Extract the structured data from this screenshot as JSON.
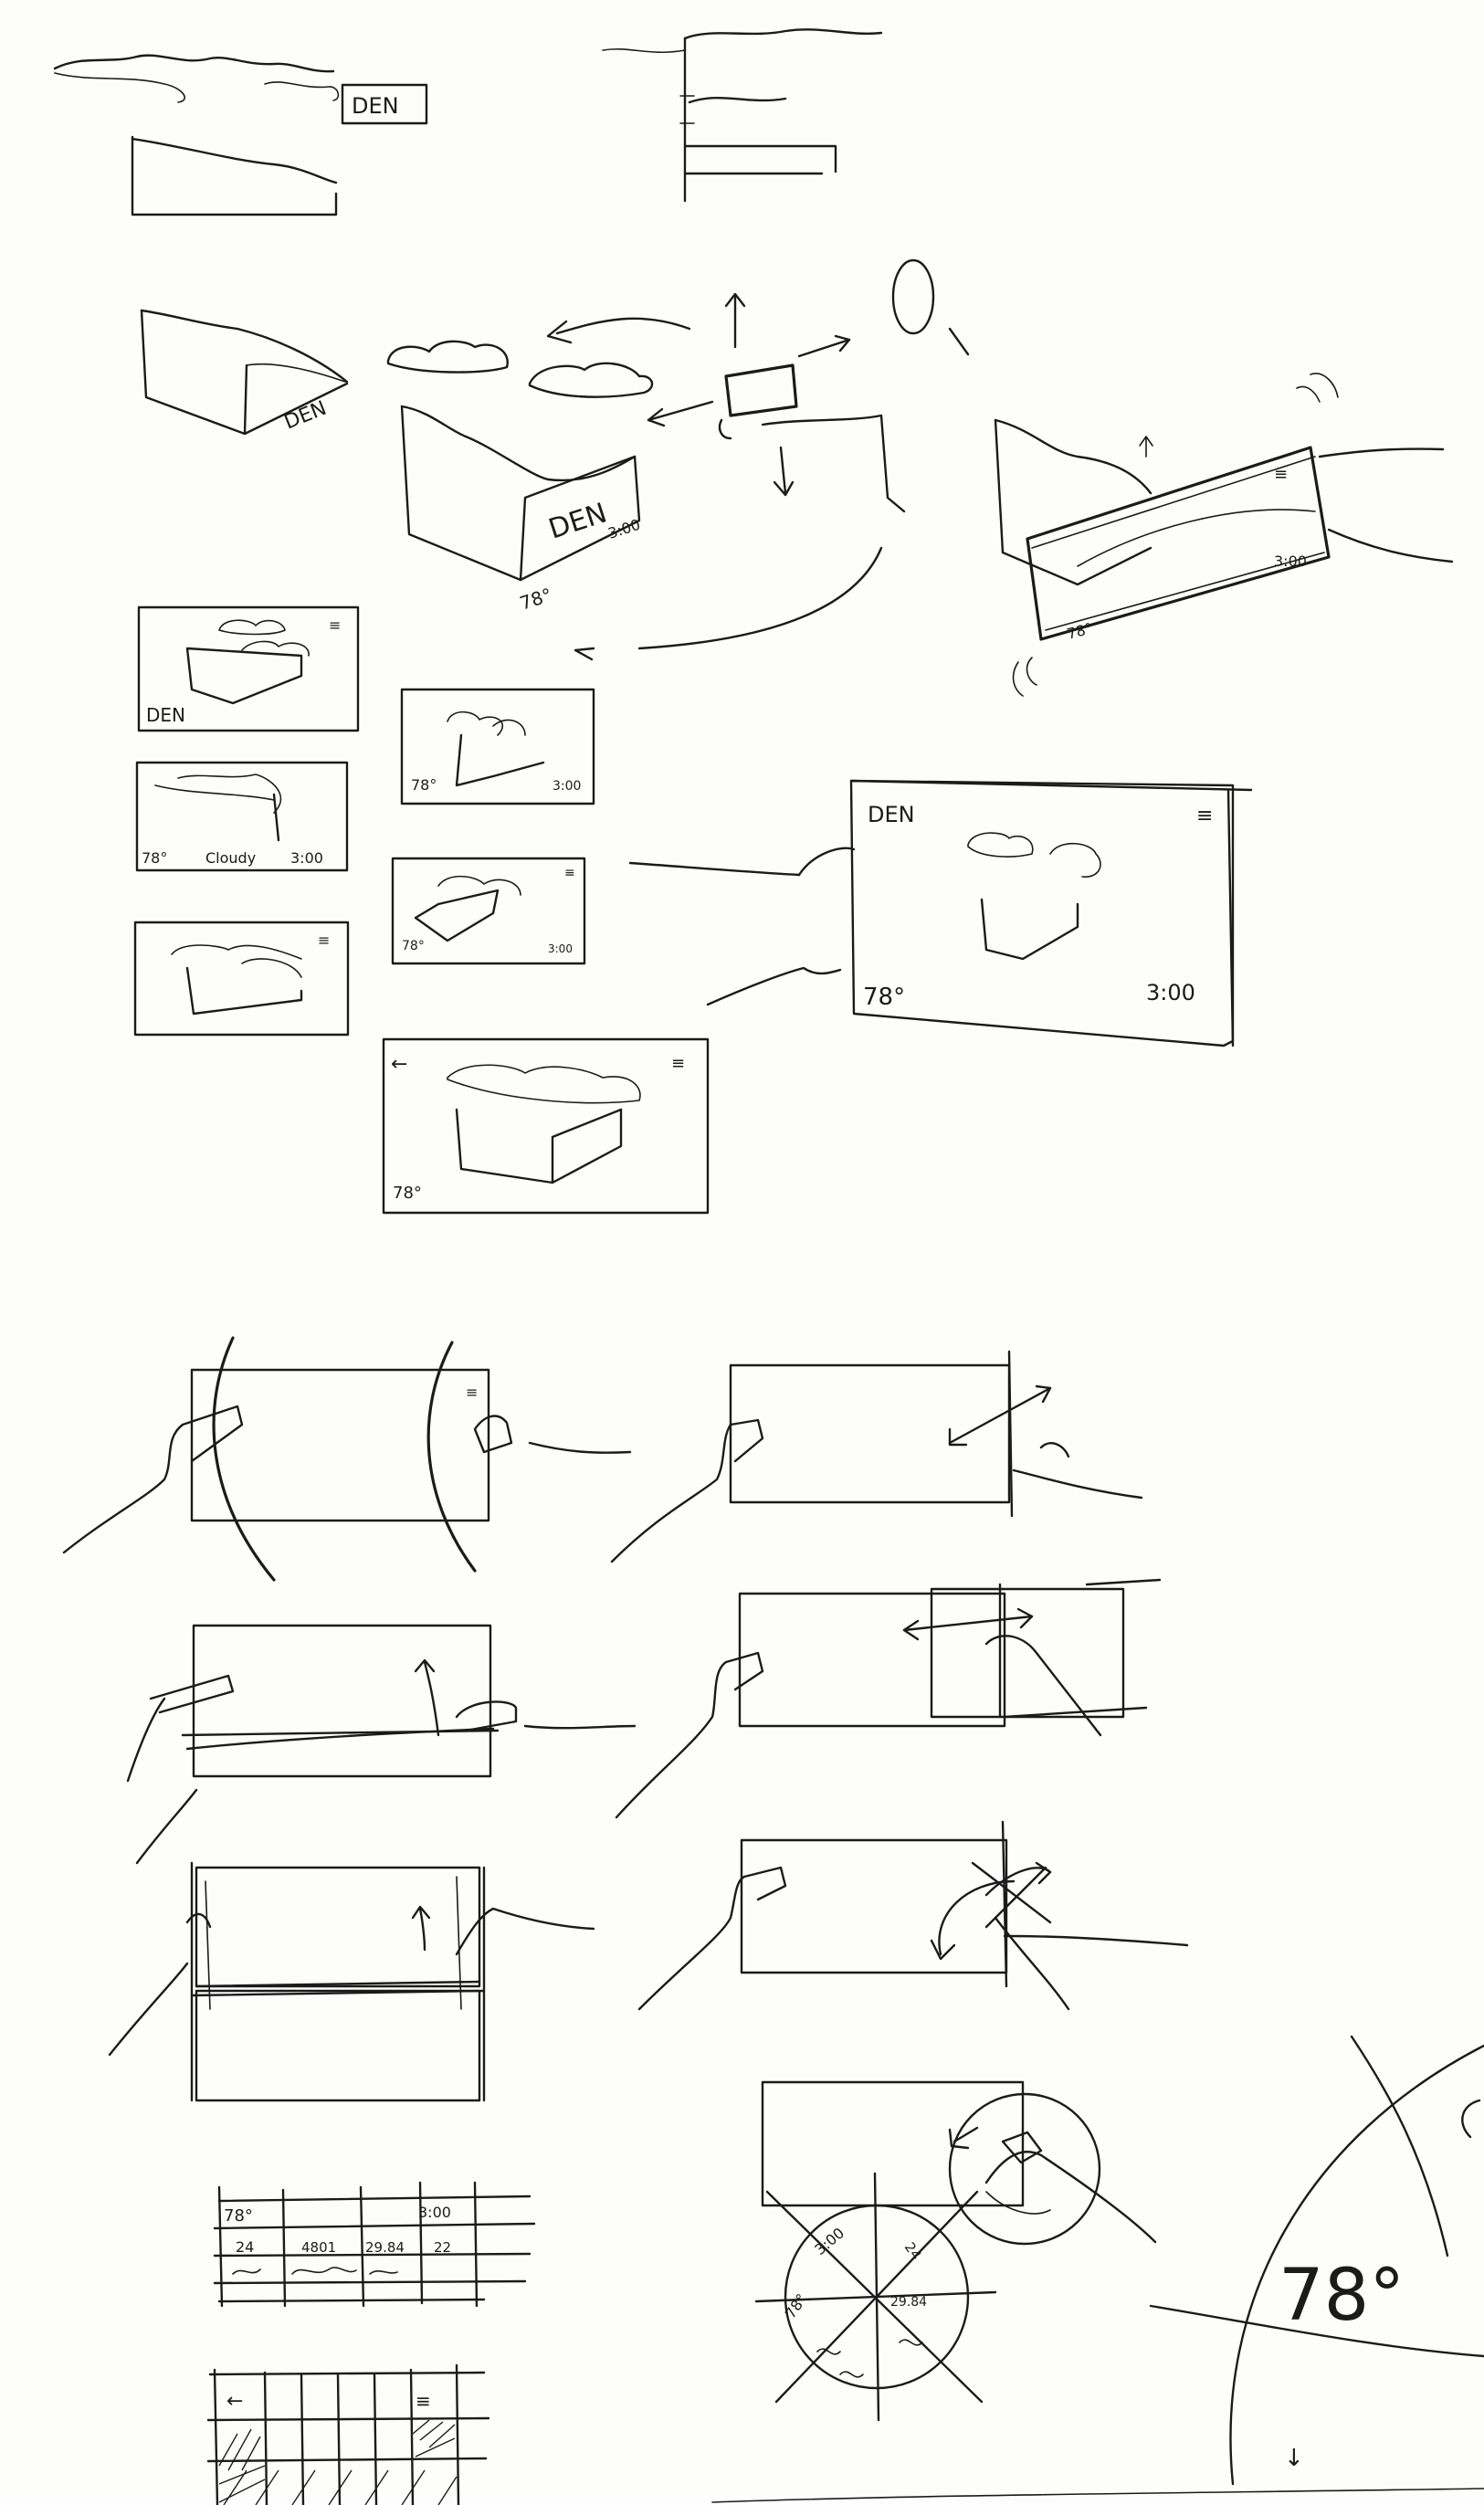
{
  "labels": {
    "city": "DEN",
    "temperature": "78°",
    "time": "3:00",
    "condition": "Cloudy",
    "menu_glyph": "≡",
    "back_glyph": "←",
    "down_glyph": "↓"
  },
  "table": {
    "row1": [
      "78°",
      "",
      "",
      "3:00"
    ],
    "row2": [
      "24",
      "4801",
      "29.84",
      "22"
    ]
  },
  "dial_labels": [
    "3:00",
    "24",
    "29.84",
    "78°"
  ]
}
